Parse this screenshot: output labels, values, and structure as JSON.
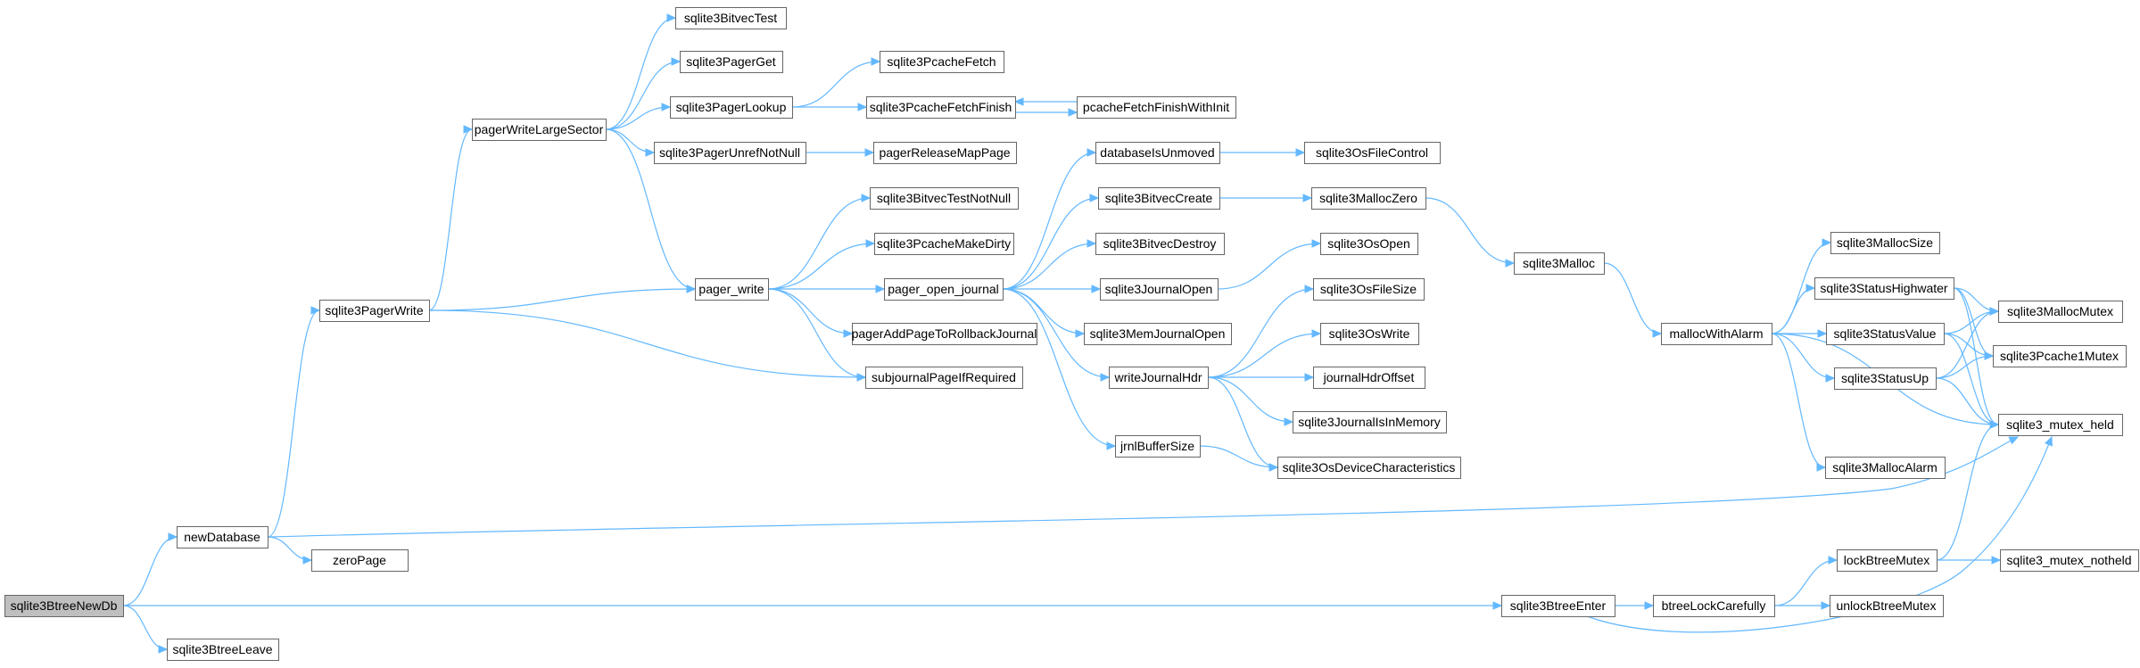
{
  "graph": {
    "nodes": [
      {
        "id": "sqlite3BtreeNewDb",
        "label": "sqlite3BtreeNewDb",
        "root": true
      },
      {
        "id": "newDatabase",
        "label": "newDatabase"
      },
      {
        "id": "sqlite3BtreeLeave",
        "label": "sqlite3BtreeLeave"
      },
      {
        "id": "zeroPage",
        "label": "zeroPage"
      },
      {
        "id": "sqlite3PagerWrite",
        "label": "sqlite3PagerWrite"
      },
      {
        "id": "pagerWriteLargeSector",
        "label": "pagerWriteLargeSector"
      },
      {
        "id": "sqlite3BitvecTest",
        "label": "sqlite3BitvecTest"
      },
      {
        "id": "sqlite3PagerGet",
        "label": "sqlite3PagerGet"
      },
      {
        "id": "sqlite3PagerLookup",
        "label": "sqlite3PagerLookup"
      },
      {
        "id": "sqlite3PcacheFetch",
        "label": "sqlite3PcacheFetch"
      },
      {
        "id": "sqlite3PcacheFetchFinish",
        "label": "sqlite3PcacheFetchFinish"
      },
      {
        "id": "pcacheFetchFinishWithInit",
        "label": "pcacheFetchFinishWithInit"
      },
      {
        "id": "sqlite3PagerUnrefNotNull",
        "label": "sqlite3PagerUnrefNotNull"
      },
      {
        "id": "pagerReleaseMapPage",
        "label": "pagerReleaseMapPage"
      },
      {
        "id": "pager_write",
        "label": "pager_write"
      },
      {
        "id": "sqlite3BitvecTestNotNull",
        "label": "sqlite3BitvecTestNotNull"
      },
      {
        "id": "sqlite3PcacheMakeDirty",
        "label": "sqlite3PcacheMakeDirty"
      },
      {
        "id": "pager_open_journal",
        "label": "pager_open_journal"
      },
      {
        "id": "pagerAddPageToRollbackJournal",
        "label": "pagerAddPageToRollbackJournal"
      },
      {
        "id": "subjournalPageIfRequired",
        "label": "subjournalPageIfRequired"
      },
      {
        "id": "databaseIsUnmoved",
        "label": "databaseIsUnmoved"
      },
      {
        "id": "sqlite3OsFileControl",
        "label": "sqlite3OsFileControl"
      },
      {
        "id": "sqlite3BitvecCreate",
        "label": "sqlite3BitvecCreate"
      },
      {
        "id": "sqlite3MallocZero",
        "label": "sqlite3MallocZero"
      },
      {
        "id": "sqlite3BitvecDestroy",
        "label": "sqlite3BitvecDestroy"
      },
      {
        "id": "sqlite3OsOpen",
        "label": "sqlite3OsOpen"
      },
      {
        "id": "sqlite3JournalOpen",
        "label": "sqlite3JournalOpen"
      },
      {
        "id": "sqlite3OsFileSize",
        "label": "sqlite3OsFileSize"
      },
      {
        "id": "sqlite3MemJournalOpen",
        "label": "sqlite3MemJournalOpen"
      },
      {
        "id": "sqlite3OsWrite",
        "label": "sqlite3OsWrite"
      },
      {
        "id": "writeJournalHdr",
        "label": "writeJournalHdr"
      },
      {
        "id": "journalHdrOffset",
        "label": "journalHdrOffset"
      },
      {
        "id": "sqlite3JournalIsInMemory",
        "label": "sqlite3JournalIsInMemory"
      },
      {
        "id": "jrnlBufferSize",
        "label": "jrnlBufferSize"
      },
      {
        "id": "sqlite3OsDeviceCharacteristics",
        "label": "sqlite3OsDeviceCharacteristics"
      },
      {
        "id": "sqlite3Malloc",
        "label": "sqlite3Malloc"
      },
      {
        "id": "mallocWithAlarm",
        "label": "mallocWithAlarm"
      },
      {
        "id": "sqlite3MallocSize",
        "label": "sqlite3MallocSize"
      },
      {
        "id": "sqlite3StatusHighwater",
        "label": "sqlite3StatusHighwater"
      },
      {
        "id": "sqlite3StatusValue",
        "label": "sqlite3StatusValue"
      },
      {
        "id": "sqlite3StatusUp",
        "label": "sqlite3StatusUp"
      },
      {
        "id": "sqlite3MallocAlarm",
        "label": "sqlite3MallocAlarm"
      },
      {
        "id": "sqlite3MallocMutex",
        "label": "sqlite3MallocMutex"
      },
      {
        "id": "sqlite3Pcache1Mutex",
        "label": "sqlite3Pcache1Mutex"
      },
      {
        "id": "sqlite3_mutex_held",
        "label": "sqlite3_mutex_held"
      },
      {
        "id": "sqlite3BtreeEnter",
        "label": "sqlite3BtreeEnter"
      },
      {
        "id": "btreeLockCarefully",
        "label": "btreeLockCarefully"
      },
      {
        "id": "lockBtreeMutex",
        "label": "lockBtreeMutex"
      },
      {
        "id": "unlockBtreeMutex",
        "label": "unlockBtreeMutex"
      },
      {
        "id": "sqlite3_mutex_notheld",
        "label": "sqlite3_mutex_notheld"
      }
    ],
    "edges": [
      [
        "sqlite3BtreeNewDb",
        "newDatabase"
      ],
      [
        "sqlite3BtreeNewDb",
        "sqlite3BtreeLeave"
      ],
      [
        "sqlite3BtreeNewDb",
        "sqlite3BtreeEnter"
      ],
      [
        "newDatabase",
        "sqlite3PagerWrite"
      ],
      [
        "newDatabase",
        "zeroPage"
      ],
      [
        "newDatabase",
        "sqlite3_mutex_held"
      ],
      [
        "sqlite3PagerWrite",
        "pagerWriteLargeSector"
      ],
      [
        "sqlite3PagerWrite",
        "pager_write"
      ],
      [
        "sqlite3PagerWrite",
        "subjournalPageIfRequired"
      ],
      [
        "pagerWriteLargeSector",
        "sqlite3BitvecTest"
      ],
      [
        "pagerWriteLargeSector",
        "sqlite3PagerGet"
      ],
      [
        "pagerWriteLargeSector",
        "sqlite3PagerLookup"
      ],
      [
        "pagerWriteLargeSector",
        "sqlite3PagerUnrefNotNull"
      ],
      [
        "pagerWriteLargeSector",
        "pager_write"
      ],
      [
        "sqlite3PagerLookup",
        "sqlite3PcacheFetch"
      ],
      [
        "sqlite3PagerLookup",
        "sqlite3PcacheFetchFinish"
      ],
      [
        "sqlite3PcacheFetchFinish",
        "pcacheFetchFinishWithInit"
      ],
      [
        "pcacheFetchFinishWithInit",
        "sqlite3PcacheFetchFinish"
      ],
      [
        "sqlite3PagerUnrefNotNull",
        "pagerReleaseMapPage"
      ],
      [
        "pager_write",
        "sqlite3BitvecTestNotNull"
      ],
      [
        "pager_write",
        "sqlite3PcacheMakeDirty"
      ],
      [
        "pager_write",
        "pager_open_journal"
      ],
      [
        "pager_write",
        "pagerAddPageToRollbackJournal"
      ],
      [
        "pager_write",
        "subjournalPageIfRequired"
      ],
      [
        "pager_open_journal",
        "databaseIsUnmoved"
      ],
      [
        "pager_open_journal",
        "sqlite3BitvecCreate"
      ],
      [
        "pager_open_journal",
        "sqlite3BitvecDestroy"
      ],
      [
        "pager_open_journal",
        "sqlite3JournalOpen"
      ],
      [
        "pager_open_journal",
        "sqlite3MemJournalOpen"
      ],
      [
        "pager_open_journal",
        "writeJournalHdr"
      ],
      [
        "pager_open_journal",
        "jrnlBufferSize"
      ],
      [
        "databaseIsUnmoved",
        "sqlite3OsFileControl"
      ],
      [
        "sqlite3BitvecCreate",
        "sqlite3MallocZero"
      ],
      [
        "sqlite3MallocZero",
        "sqlite3Malloc"
      ],
      [
        "sqlite3Malloc",
        "mallocWithAlarm"
      ],
      [
        "sqlite3JournalOpen",
        "sqlite3OsOpen"
      ],
      [
        "writeJournalHdr",
        "sqlite3OsFileSize"
      ],
      [
        "writeJournalHdr",
        "sqlite3OsWrite"
      ],
      [
        "writeJournalHdr",
        "journalHdrOffset"
      ],
      [
        "writeJournalHdr",
        "sqlite3JournalIsInMemory"
      ],
      [
        "writeJournalHdr",
        "sqlite3OsDeviceCharacteristics"
      ],
      [
        "jrnlBufferSize",
        "sqlite3OsDeviceCharacteristics"
      ],
      [
        "mallocWithAlarm",
        "sqlite3MallocSize"
      ],
      [
        "mallocWithAlarm",
        "sqlite3StatusHighwater"
      ],
      [
        "mallocWithAlarm",
        "sqlite3StatusValue"
      ],
      [
        "mallocWithAlarm",
        "sqlite3StatusUp"
      ],
      [
        "mallocWithAlarm",
        "sqlite3MallocAlarm"
      ],
      [
        "mallocWithAlarm",
        "sqlite3_mutex_held"
      ],
      [
        "sqlite3StatusHighwater",
        "sqlite3MallocMutex"
      ],
      [
        "sqlite3StatusHighwater",
        "sqlite3Pcache1Mutex"
      ],
      [
        "sqlite3StatusHighwater",
        "sqlite3_mutex_held"
      ],
      [
        "sqlite3StatusValue",
        "sqlite3MallocMutex"
      ],
      [
        "sqlite3StatusValue",
        "sqlite3Pcache1Mutex"
      ],
      [
        "sqlite3StatusValue",
        "sqlite3_mutex_held"
      ],
      [
        "sqlite3StatusUp",
        "sqlite3MallocMutex"
      ],
      [
        "sqlite3StatusUp",
        "sqlite3Pcache1Mutex"
      ],
      [
        "sqlite3StatusUp",
        "sqlite3_mutex_held"
      ],
      [
        "sqlite3BtreeEnter",
        "btreeLockCarefully"
      ],
      [
        "sqlite3BtreeEnter",
        "sqlite3_mutex_held"
      ],
      [
        "btreeLockCarefully",
        "lockBtreeMutex"
      ],
      [
        "btreeLockCarefully",
        "unlockBtreeMutex"
      ],
      [
        "lockBtreeMutex",
        "sqlite3_mutex_held"
      ],
      [
        "lockBtreeMutex",
        "sqlite3_mutex_notheld"
      ]
    ]
  },
  "colors": {
    "edge": "#63b8ff",
    "node_border": "#666666",
    "node_fill": "#ffffff",
    "root_fill": "#bfbfbf"
  }
}
